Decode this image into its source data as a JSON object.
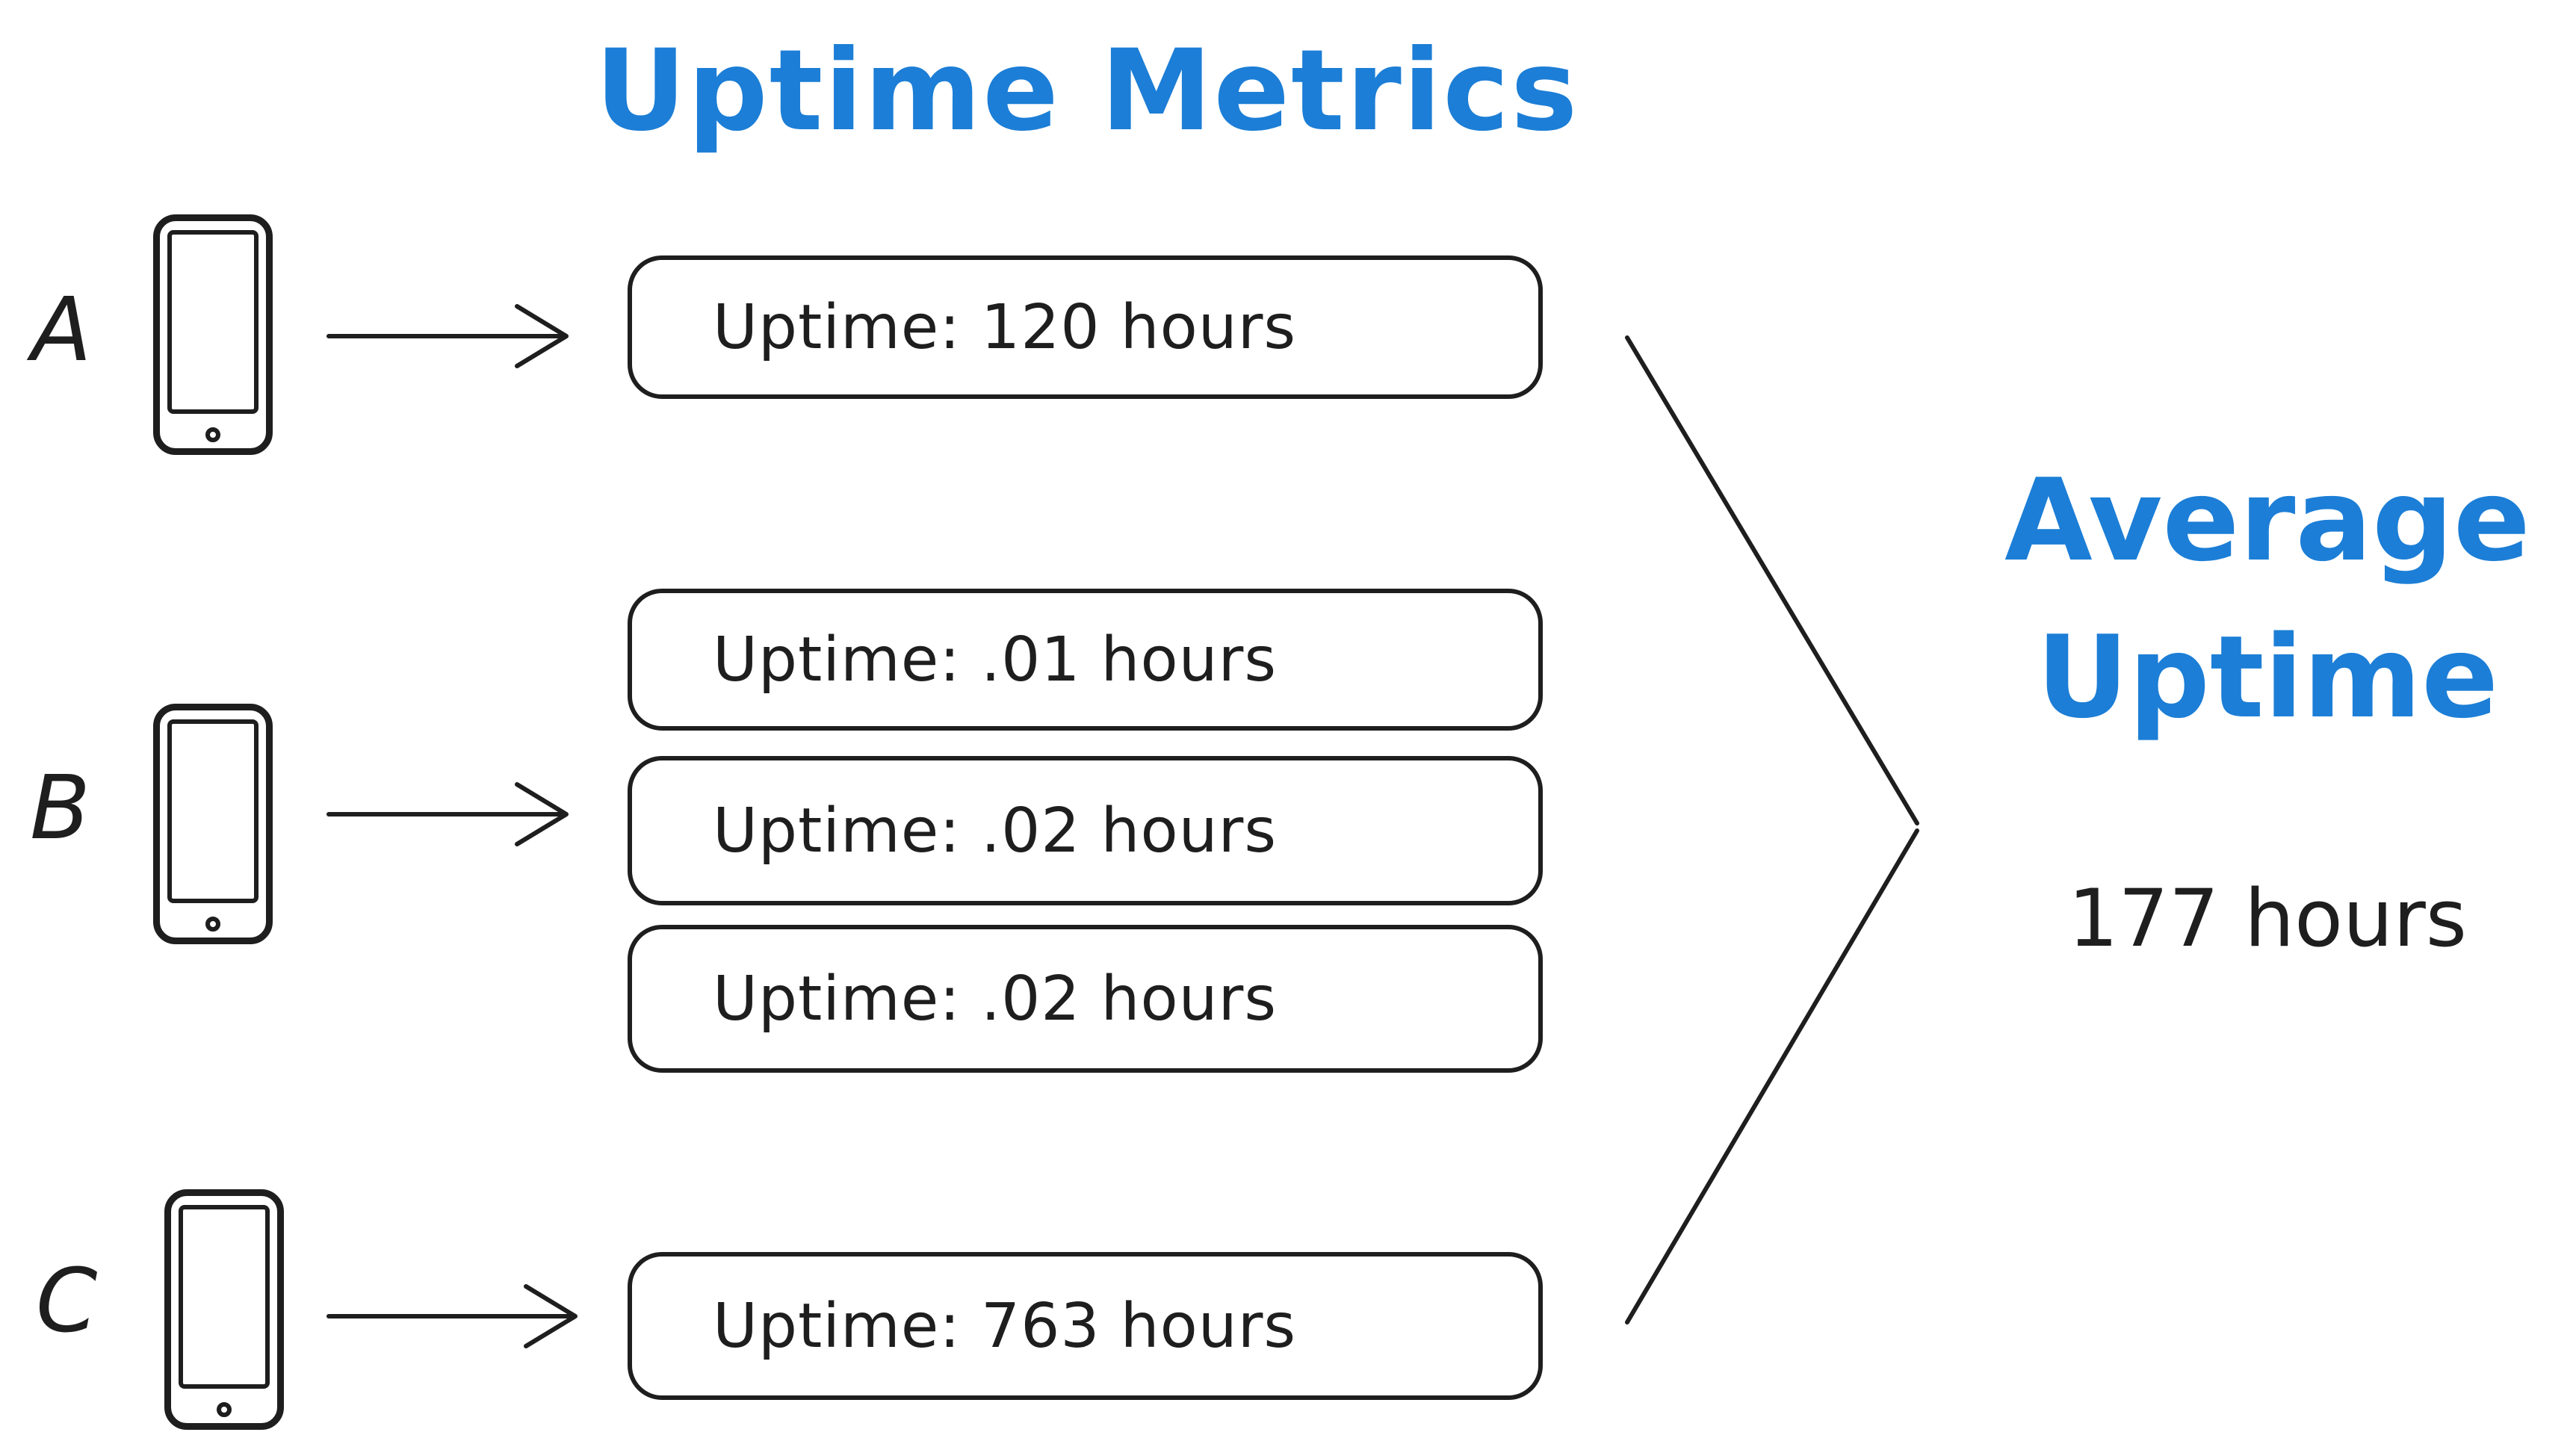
{
  "title": "Uptime Metrics",
  "colors": {
    "accent": "#1c7ed6",
    "ink": "#1e1e1e"
  },
  "devices": [
    {
      "label": "A",
      "icon": "phone-icon",
      "metrics": [
        "Uptime: 120 hours"
      ]
    },
    {
      "label": "B",
      "icon": "phone-icon",
      "metrics": [
        "Uptime: .01 hours",
        "Uptime: .02 hours",
        "Uptime: .02 hours"
      ]
    },
    {
      "label": "C",
      "icon": "phone-icon",
      "metrics": [
        "Uptime: 763 hours"
      ]
    }
  ],
  "result": {
    "heading_line1": "Average",
    "heading_line2": "Uptime",
    "value": "177 hours"
  }
}
